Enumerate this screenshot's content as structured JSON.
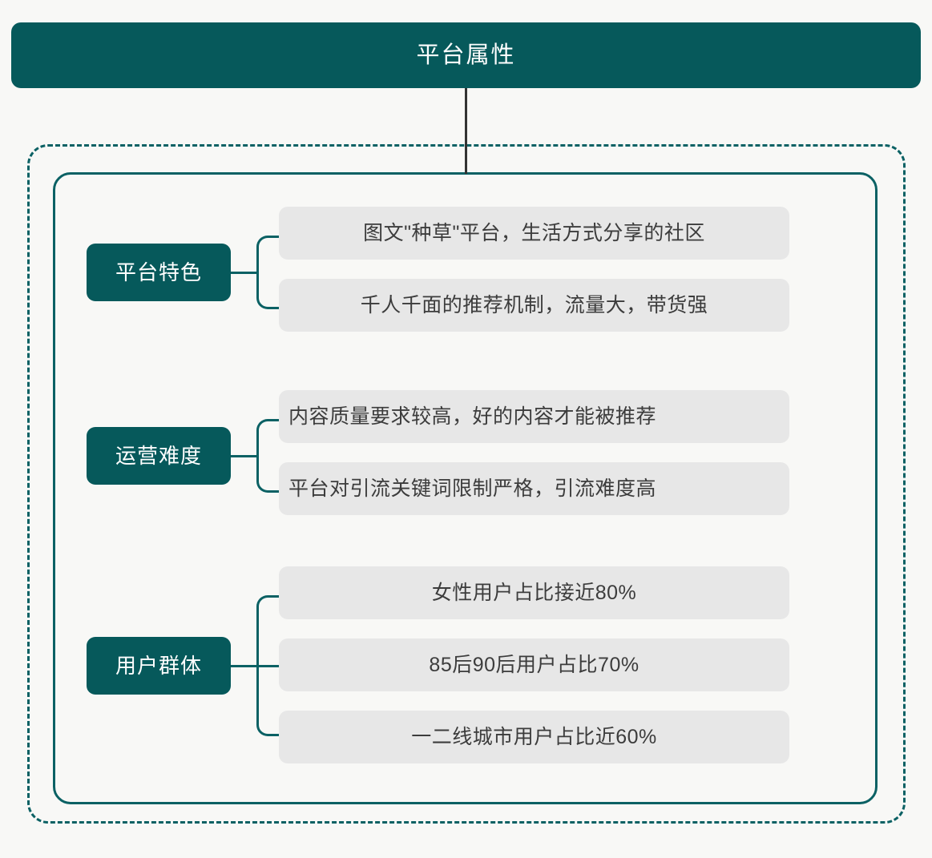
{
  "diagram": {
    "type": "mindmap-bracket",
    "root": {
      "label": "平台属性"
    },
    "colors": {
      "accent_teal": "#06595b",
      "border_teal": "#0b6164",
      "card_gray": "#e7e7e7",
      "card_text": "#3c3c3c",
      "trunk_gray": "#333333",
      "page_background": "#f8f8f6",
      "root_text": "#ffffff"
    },
    "branches": [
      {
        "label": "平台特色",
        "align": "center",
        "items": [
          "图文\"种草\"平台，生活方式分享的社区",
          "千人千面的推荐机制，流量大，带货强"
        ]
      },
      {
        "label": "运营难度",
        "align": "left",
        "items": [
          "内容质量要求较高，好的内容才能被推荐",
          "平台对引流关键词限制严格，引流难度高"
        ]
      },
      {
        "label": "用户群体",
        "align": "center",
        "items": [
          "女性用户占比接近80%",
          "85后90后用户占比70%",
          "一二线城市用户占比近60%"
        ]
      }
    ]
  }
}
